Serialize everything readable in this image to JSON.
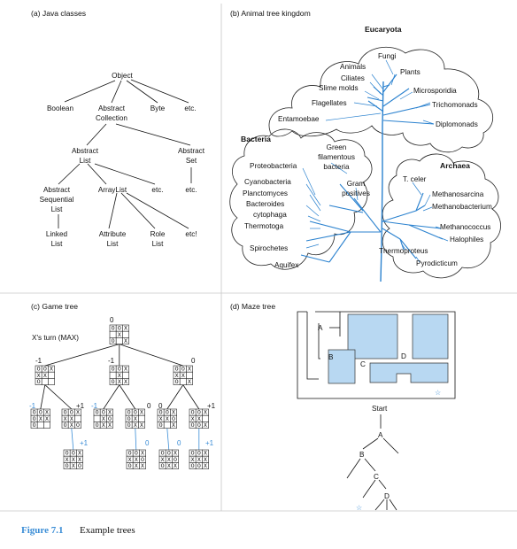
{
  "panels": {
    "a": {
      "title": "(a) Java classes",
      "nodes": {
        "object": "Object",
        "boolean": "Boolean",
        "abstract_collection": [
          "Abstract",
          "Collection"
        ],
        "byte": "Byte",
        "etc1": "etc.",
        "abstract_list": [
          "Abstract",
          "List"
        ],
        "abstract_set": [
          "Abstract",
          "Set"
        ],
        "abstract_sequential_list": [
          "Abstract",
          "Sequential",
          "List"
        ],
        "arraylist": "ArrayList",
        "etc2": "etc.",
        "etc3": "etc.",
        "linked_list": [
          "Linked",
          "List"
        ],
        "attribute_list": [
          "Attribute",
          "List"
        ],
        "role_list": [
          "Role",
          "List"
        ],
        "etc4": "etc!"
      }
    },
    "b": {
      "title": "(b) Animal tree kingdom",
      "eucaryota": "Eucaryota",
      "bacteria": "Bacteria",
      "archaea": "Archaea",
      "labels": {
        "fungi": "Fungi",
        "animals": "Animals",
        "plants": "Plants",
        "ciliates": "Ciliates",
        "slime_molds": "Slime molds",
        "microsporidia": "Microsporidia",
        "flagellates": "Flagellates",
        "trichomonads": "Trichomonads",
        "entamoebae": "Entamoebae",
        "diplomonads": "Diplomonads",
        "green_filamentous": [
          "Green",
          "filamentous",
          "bacteria"
        ],
        "proteobacteria": "Proteobacteria",
        "cyanobacteria": "Cyanobacteria",
        "gram_positives": [
          "Gram",
          "positives"
        ],
        "planctomyces": "Planctomyces",
        "bacteroides": "Bacteroides",
        "cytophaga": "cytophaga",
        "thermotoga": "Thermotoga",
        "spirochetes": "Spirochetes",
        "aquifex": "Aquifex",
        "t_celer": "T. celer",
        "methanosarcina": "Methanosarcina",
        "methanobacterium": "Methanobacterium",
        "methanococcus": "Methanococcus",
        "halophiles": "Halophiles",
        "thermoproteus": "Thermoproteus",
        "pyrodicticum": "Pyrodicticum"
      }
    },
    "c": {
      "title": "(c) Game tree",
      "turn_label": "X's turn (MAX)",
      "root_score": "0",
      "level1_scores": [
        "-1",
        "-1",
        "0"
      ],
      "level2_scores": [
        "-1",
        "+1",
        "-1",
        "0",
        "0",
        "+1"
      ],
      "level3_scores": [
        "+1",
        "0",
        "0",
        "+1"
      ],
      "boards": {
        "root": [
          "O",
          "O",
          "X",
          "",
          "X",
          "",
          "O",
          "",
          "X"
        ],
        "l1a": [
          "O",
          "O",
          "X",
          "X",
          "X",
          "",
          "O",
          "",
          ""
        ],
        "l1b": [
          "O",
          "O",
          "X",
          "",
          "X",
          "",
          "O",
          "X",
          "X"
        ],
        "l1c": [
          "O",
          "O",
          "X",
          "X",
          "X",
          "",
          "O",
          "",
          "X"
        ],
        "l2a": [
          "O",
          "O",
          "X",
          "O",
          "X",
          "X",
          "O",
          "",
          ""
        ],
        "l2b": [
          "O",
          "O",
          "X",
          "X",
          "X",
          "",
          "O",
          "X",
          "O"
        ],
        "l2c": [
          "O",
          "O",
          "X",
          "",
          "X",
          "O",
          "O",
          "X",
          "X"
        ],
        "l2d": [
          "O",
          "O",
          "X",
          "O",
          "X",
          "",
          "O",
          "X",
          "X"
        ],
        "l2e": [
          "O",
          "O",
          "X",
          "X",
          "X",
          "O",
          "O",
          "",
          "X"
        ],
        "l2f": [
          "O",
          "O",
          "X",
          "X",
          "X",
          "",
          "O",
          "O",
          "X"
        ],
        "l3a": [
          "O",
          "O",
          "X",
          "X",
          "X",
          "X",
          "O",
          "X",
          "O"
        ],
        "l3b": [
          "O",
          "O",
          "X",
          "X",
          "X",
          "O",
          "O",
          "X",
          "X"
        ],
        "l3c": [
          "O",
          "O",
          "X",
          "X",
          "X",
          "O",
          "O",
          "X",
          "X"
        ],
        "l3d": [
          "O",
          "O",
          "X",
          "X",
          "X",
          "X",
          "O",
          "O",
          "X"
        ]
      }
    },
    "d": {
      "title": "(d) Maze tree",
      "maze_labels": {
        "a": "A",
        "b": "B",
        "c": "C",
        "d": "D"
      },
      "start": "Start",
      "tree_labels": {
        "a": "A",
        "b": "B",
        "c": "C",
        "d": "D"
      },
      "star": "☆"
    }
  },
  "caption": {
    "number": "Figure 7.1",
    "text": "Example trees"
  },
  "colors": {
    "accent_blue": "#3a8dd6",
    "maze_fill": "#b8d8f2",
    "tree_blue": "#2b82cf"
  }
}
